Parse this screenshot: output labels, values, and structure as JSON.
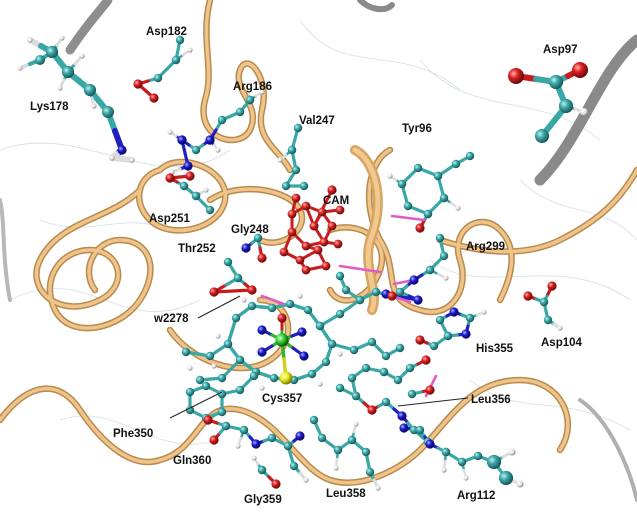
{
  "colors": {
    "background": "#ffffff",
    "ribbon": "#e8b97a",
    "ribbon_edge": "#b98a4e",
    "ribbon_grey": "#9a9a9a",
    "carbon": "#3aa7a7",
    "oxygen": "#d81e1e",
    "nitrogen": "#1a1ad0",
    "hydrogen": "#e8e8e8",
    "sulfur": "#e6e61a",
    "iron": "#33cc33",
    "hbond": "#e05cc8",
    "ligand": "#d22222",
    "thin_lines": "#c8d6de",
    "label": "#111111"
  },
  "labels": {
    "lys178": "Lys178",
    "asp182": "Asp182",
    "arg186": "Arg186",
    "val247": "Val247",
    "tyr96": "Tyr96",
    "asp97": "Asp97",
    "cam": "CAM",
    "asp251": "Asp251",
    "gly248": "Gly248",
    "thr252": "Thr252",
    "arg299": "Arg299",
    "w2278": "w2278",
    "his355": "His355",
    "asp104": "Asp104",
    "cys357": "Cys357",
    "leu356": "Leu356",
    "phe350": "Phe350",
    "gln360": "Gln360",
    "gly359": "Gly359",
    "leu358": "Leu358",
    "arg112": "Arg112"
  }
}
